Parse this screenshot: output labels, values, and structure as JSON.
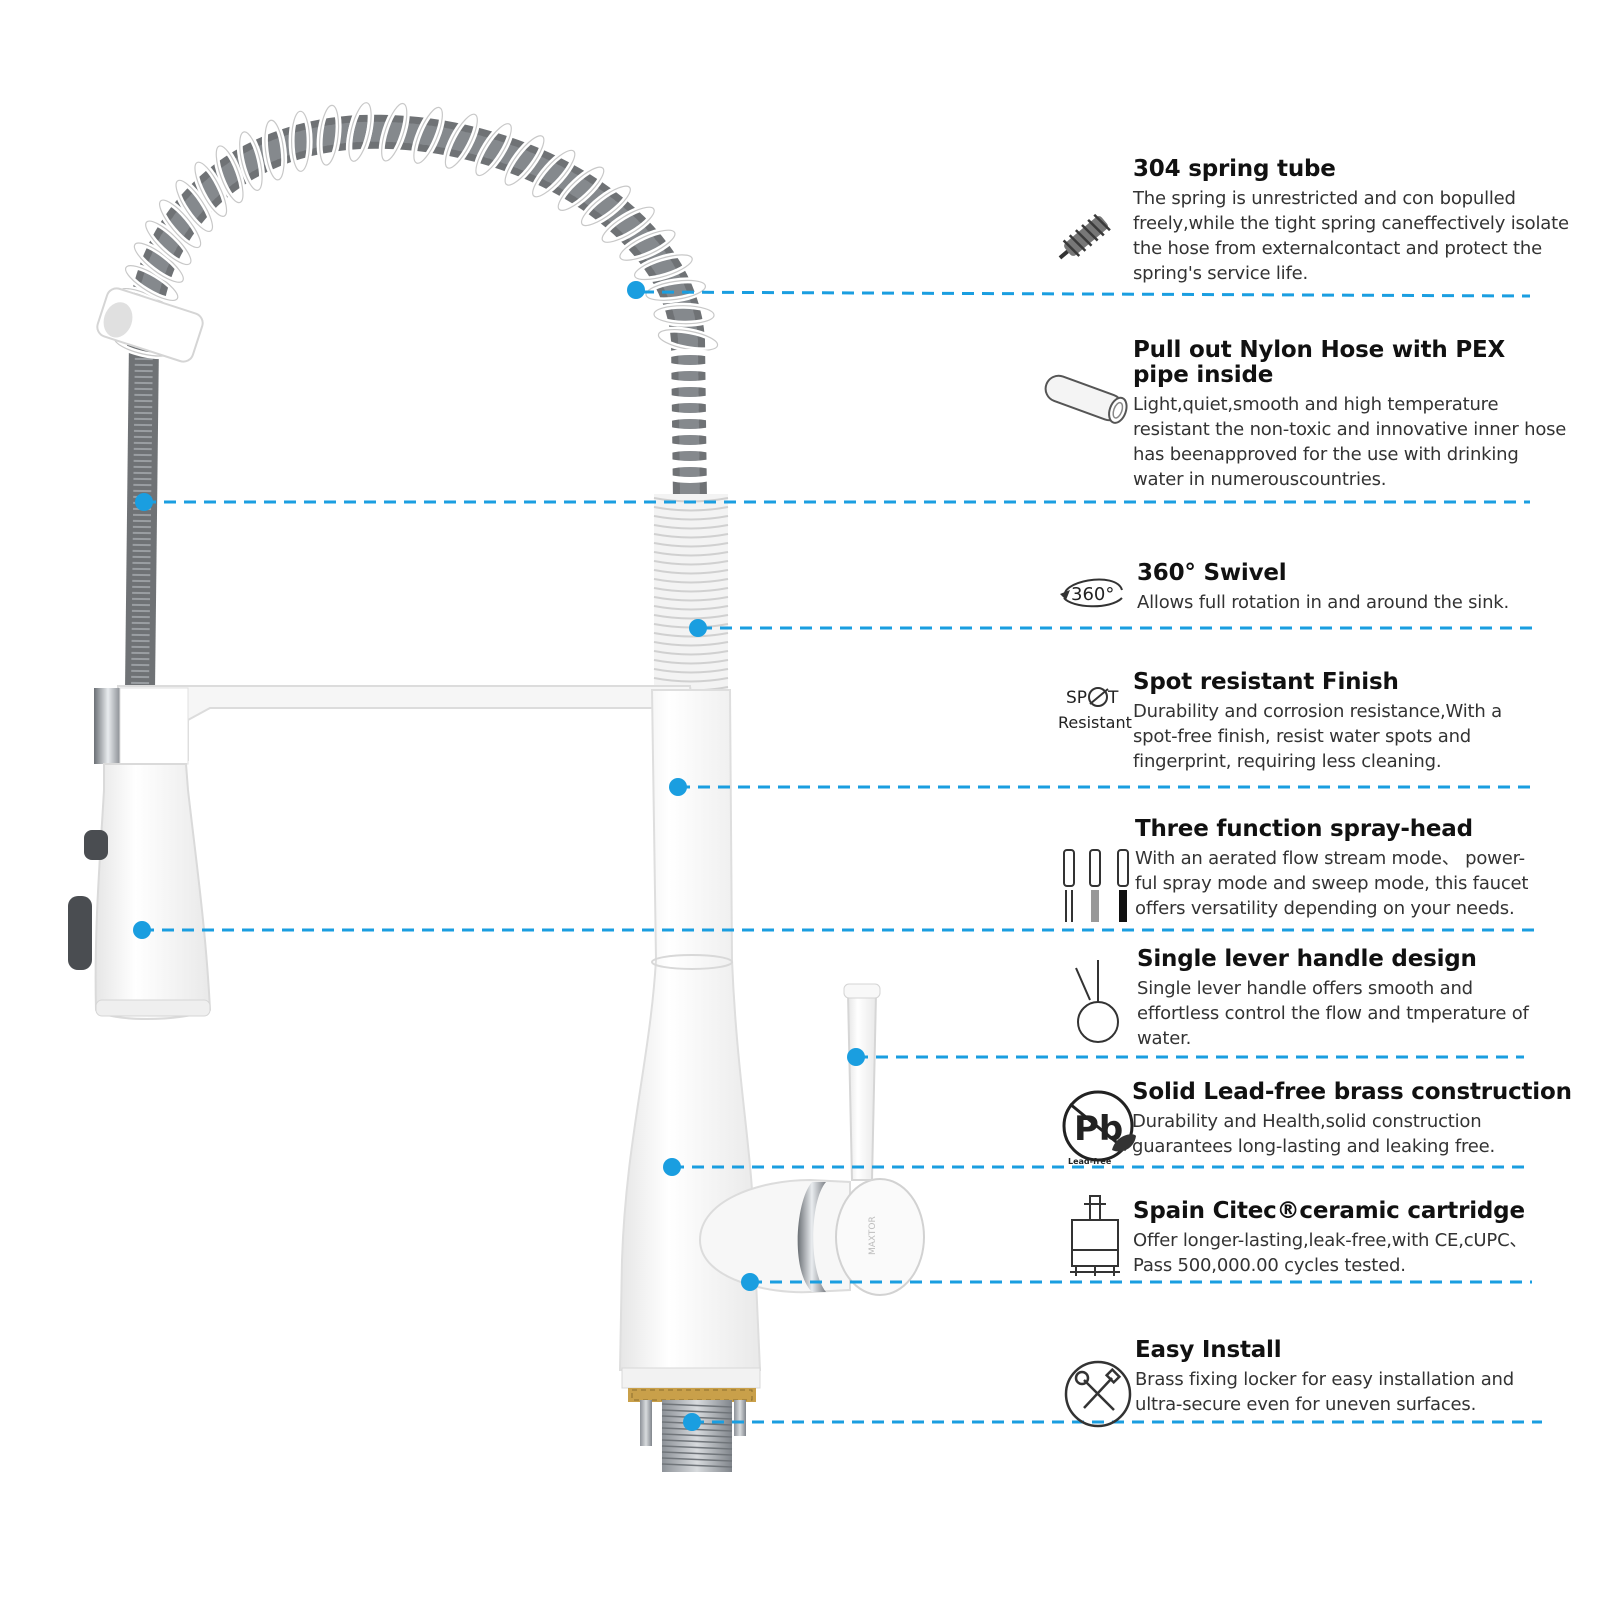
{
  "colors": {
    "leader_line": "#1a9ee0",
    "faucet_white": "#f4f4f4",
    "hose_gray": "#6f7275",
    "chrome": "#9aa0a6",
    "brass": "#c9a04a"
  },
  "features": [
    {
      "title": "304 spring tube",
      "desc": "The spring is unrestricted and con bopulled freely,while the tight spring caneffectively isolate the hose from externalcontact and protect the spring's service life.",
      "icon": "spring-icon"
    },
    {
      "title": "Pull out Nylon Hose with PEX pipe inside",
      "desc": "Light,quiet,smooth and high temperature resistant the non-toxic and innovative inner hose has beenapproved for the use with drinking water in numerouscountries.",
      "icon": "hose-pipe-icon"
    },
    {
      "title": "360° Swivel",
      "desc": "Allows full rotation in and around the sink.",
      "icon": "swivel-360-icon"
    },
    {
      "title": "Spot resistant Finish",
      "desc": "Durability and corrosion resistance,With a spot-free finish, resist water spots and fingerprint, requiring less cleaning.",
      "icon": "spot-resistant-icon"
    },
    {
      "title": "Three function spray-head",
      "desc": "With an aerated flow stream mode、 power-ful spray mode and sweep mode, this faucet offers versatility depending on your needs.",
      "icon": "spray-modes-icon"
    },
    {
      "title": "Single lever handle design",
      "desc": "Single lever handle offers smooth and effortless control the flow and tmperature of water.",
      "icon": "lever-handle-icon"
    },
    {
      "title": "Solid Lead-free brass construction",
      "desc": "Durability and Health,solid construction guarantees long-lasting and leaking free.",
      "icon": "lead-free-icon"
    },
    {
      "title": "Spain Citec®ceramic cartridge",
      "desc": "Offer longer-lasting,leak-free,with CE,cUPC、Pass 500,000.00 cycles tested.",
      "icon": "cartridge-icon"
    },
    {
      "title": "Easy Install",
      "desc": "Brass fixing locker for easy installation and ultra-secure even for uneven surfaces.",
      "icon": "tools-icon"
    }
  ],
  "icon_labels": {
    "swivel": "360°",
    "spot_word": "SP",
    "spot_word_end": "T",
    "spot_resistant": "Resistant",
    "lead_symbol": "Pb",
    "lead_free": "Lead-free"
  },
  "brand_mark": "MAXTOR"
}
